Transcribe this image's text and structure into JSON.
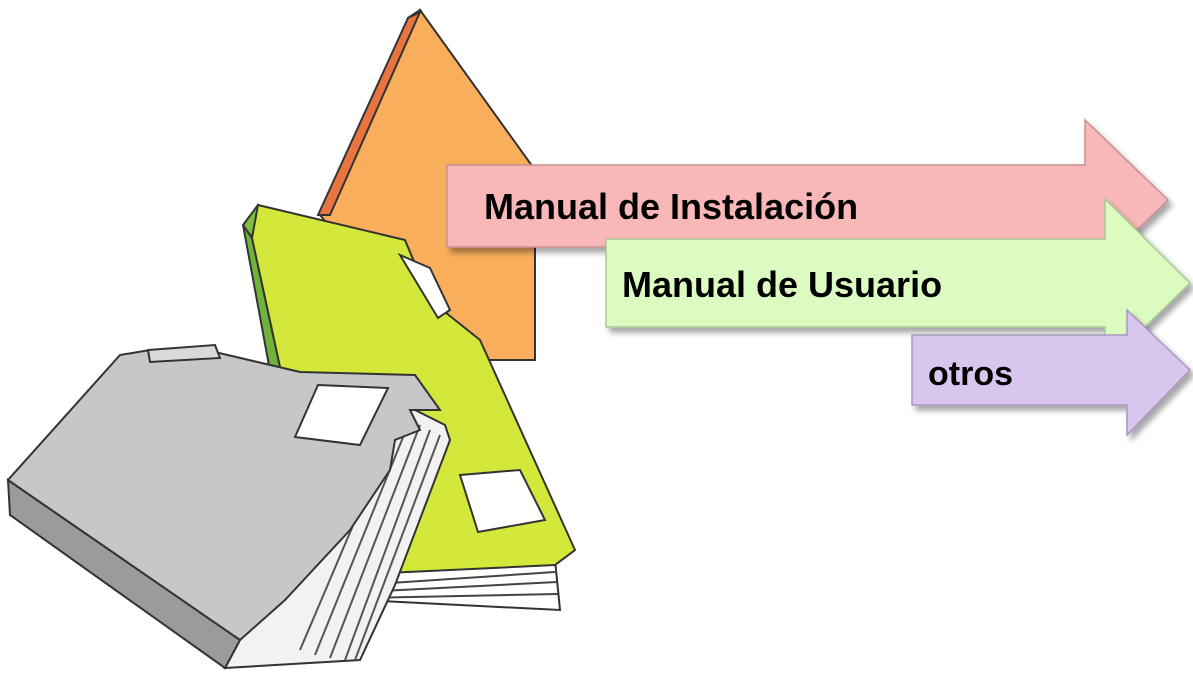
{
  "arrows": [
    {
      "id": "install",
      "label": "Manual de Instalación",
      "color": "#f9b8b8"
    },
    {
      "id": "user",
      "label": "Manual de Usuario",
      "color": "#dcfbc0"
    },
    {
      "id": "others",
      "label": "otros",
      "color": "#d8c6ec"
    }
  ],
  "illustration": {
    "folders": [
      {
        "name": "orange-folder",
        "color": "#f9ae5b"
      },
      {
        "name": "green-folder",
        "color": "#d3e83a"
      },
      {
        "name": "gray-binder",
        "color": "#c7c7c7"
      }
    ]
  }
}
